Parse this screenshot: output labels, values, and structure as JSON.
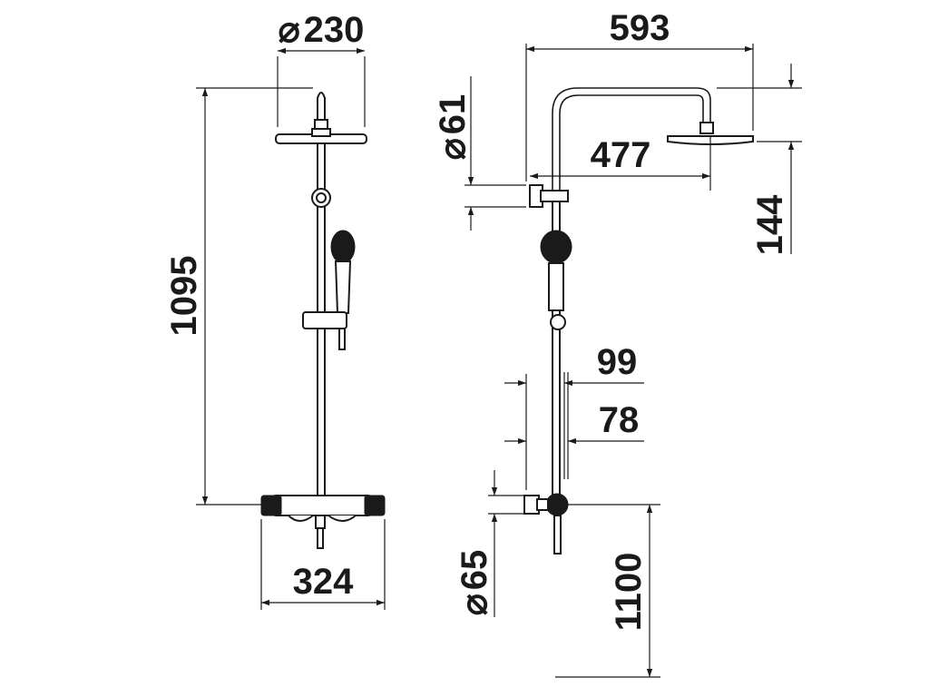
{
  "dimensions": {
    "head_diameter": "230",
    "overall_height": "1095",
    "mixer_width": "324",
    "arm_length": "593",
    "arm_projection": "477",
    "bracket_diameter": "61",
    "head_drop": "144",
    "hose_offset_outer": "99",
    "hose_offset_inner": "78",
    "inlet_diameter": "65",
    "mounting_height": "1100"
  },
  "symbols": {
    "diameter": "⌀"
  }
}
